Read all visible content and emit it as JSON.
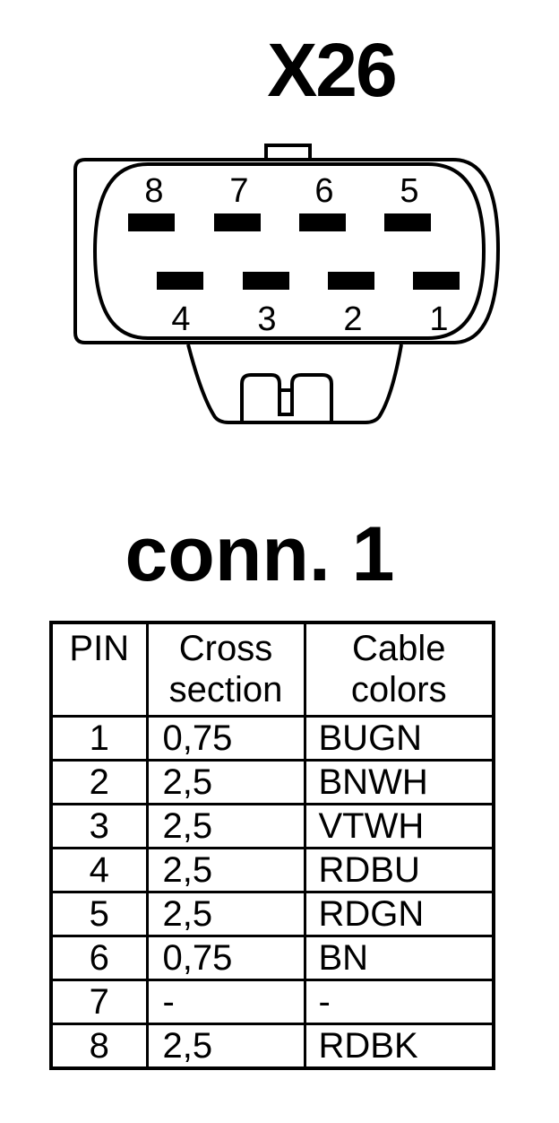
{
  "connector": {
    "title": "X26",
    "top_row_pins": [
      "8",
      "7",
      "6",
      "5"
    ],
    "bottom_row_pins": [
      "4",
      "3",
      "2",
      "1"
    ]
  },
  "section": {
    "title": "conn. 1"
  },
  "table": {
    "headers": {
      "pin": "PIN",
      "cross_line1": "Cross",
      "cross_line2": "section",
      "color_line1": "Cable",
      "color_line2": "colors"
    },
    "rows": [
      {
        "pin": "1",
        "cross_section": "0,75",
        "cable_color": "BUGN"
      },
      {
        "pin": "2",
        "cross_section": "2,5",
        "cable_color": "BNWH"
      },
      {
        "pin": "3",
        "cross_section": "2,5",
        "cable_color": "VTWH"
      },
      {
        "pin": "4",
        "cross_section": "2,5",
        "cable_color": "RDBU"
      },
      {
        "pin": "5",
        "cross_section": "2,5",
        "cable_color": "RDGN"
      },
      {
        "pin": "6",
        "cross_section": "0,75",
        "cable_color": "BN"
      },
      {
        "pin": "7",
        "cross_section": "-",
        "cable_color": "-"
      },
      {
        "pin": "8",
        "cross_section": "2,5",
        "cable_color": "RDBK"
      }
    ]
  }
}
